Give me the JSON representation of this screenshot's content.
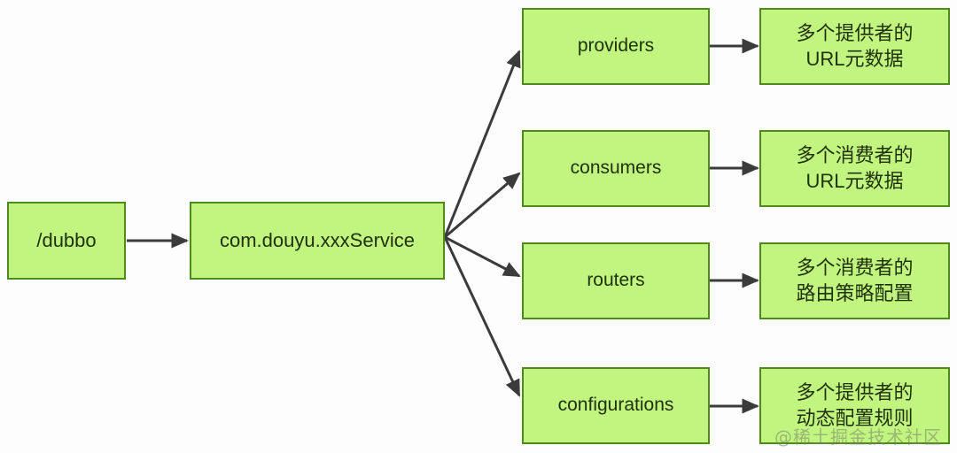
{
  "diagram": {
    "title": "Dubbo ZooKeeper registry node tree",
    "colors": {
      "node_fill": "#c2f57f",
      "node_border": "#4f8a1e",
      "edge": "#3b3b3b",
      "text": "#20320d",
      "background": "#fdfdfd"
    },
    "watermark": "@稀土掘金技术社区",
    "nodes": {
      "root": {
        "label": "/dubbo"
      },
      "service": {
        "label": "com.douyu.xxxService"
      },
      "children": [
        {
          "label": "providers"
        },
        {
          "label": "consumers"
        },
        {
          "label": "routers"
        },
        {
          "label": "configurations"
        }
      ],
      "details": [
        {
          "line1": "多个提供者的",
          "line2": "URL元数据"
        },
        {
          "line1": "多个消费者的",
          "line2": "URL元数据"
        },
        {
          "line1": "多个消费者的",
          "line2": "路由策略配置"
        },
        {
          "line1": "多个提供者的",
          "line2": "动态配置规则"
        }
      ]
    },
    "edges": [
      {
        "from": "/dubbo",
        "to": "com.douyu.xxxService"
      },
      {
        "from": "com.douyu.xxxService",
        "to": "providers"
      },
      {
        "from": "com.douyu.xxxService",
        "to": "consumers"
      },
      {
        "from": "com.douyu.xxxService",
        "to": "routers"
      },
      {
        "from": "com.douyu.xxxService",
        "to": "configurations"
      },
      {
        "from": "providers",
        "to": "多个提供者的URL元数据"
      },
      {
        "from": "consumers",
        "to": "多个消费者的URL元数据"
      },
      {
        "from": "routers",
        "to": "多个消费者的路由策略配置"
      },
      {
        "from": "configurations",
        "to": "多个提供者的动态配置规则"
      }
    ]
  }
}
